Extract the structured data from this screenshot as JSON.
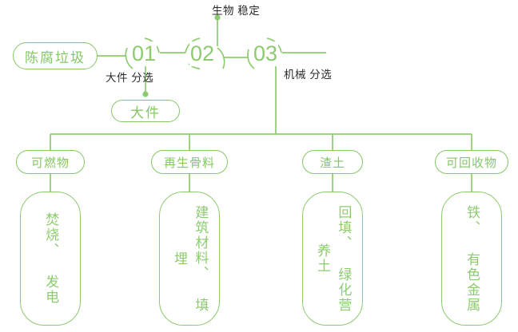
{
  "diagram": {
    "type": "process-flowchart",
    "theme_color": "#8ecb70",
    "annotation_color": "#2b2b2b",
    "background": "#ffffff",
    "source": {
      "label": "陈腐垃圾"
    },
    "steps": [
      {
        "number": "01",
        "annotation": "大件\n分选"
      },
      {
        "number": "02",
        "annotation": "生物\n稳定"
      },
      {
        "number": "03",
        "annotation": "机械\n分选"
      }
    ],
    "side_output": {
      "label": "大件"
    },
    "outputs": [
      {
        "label": "可燃物",
        "detail": "焚烧、 发电"
      },
      {
        "label": "再生骨料",
        "detail": "建筑材料、 填埋"
      },
      {
        "label": "渣土",
        "detail": "回填、 绿化营养土"
      },
      {
        "label": "可回收物",
        "detail": "铁、 有色金属"
      }
    ]
  }
}
